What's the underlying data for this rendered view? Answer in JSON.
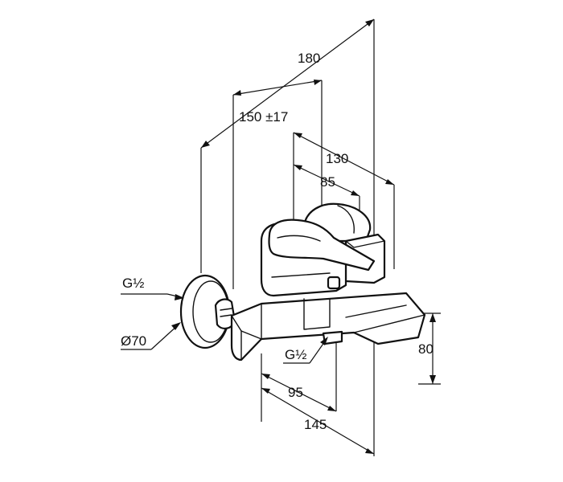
{
  "dimensions": {
    "d180": "180",
    "d150": "150 ±17",
    "d130": "130",
    "d85": "85",
    "d80": "80",
    "d95": "95",
    "d145": "145"
  },
  "callouts": {
    "inlet_thread": "G½",
    "rosette_diameter": "Ø70",
    "outlet_thread": "G½"
  }
}
